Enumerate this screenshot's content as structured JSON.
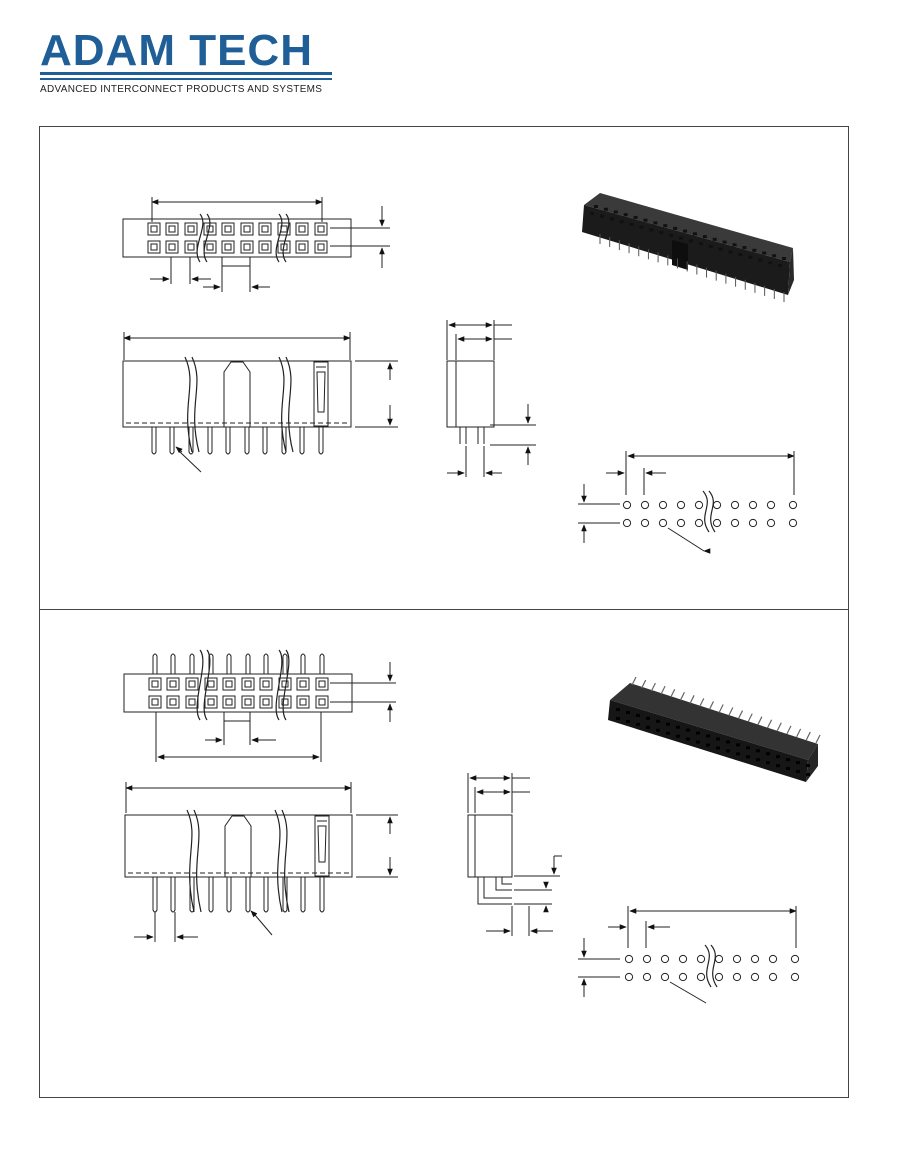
{
  "header": {
    "logo_text": "ADAM TECH",
    "tagline": "ADVANCED INTERCONNECT PRODUCTS AND SYSTEMS",
    "brand_color": "#1f5e96"
  },
  "sections": [
    {
      "name": "straight-header-drawings"
    },
    {
      "name": "right-angle-header-drawings"
    }
  ]
}
